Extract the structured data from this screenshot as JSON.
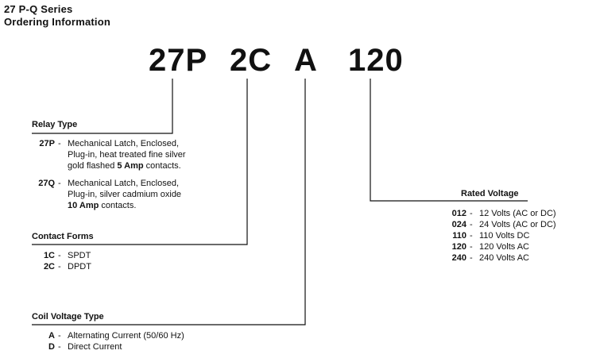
{
  "header": {
    "series": "27 P-Q Series",
    "subtitle": "Ordering Information"
  },
  "code": [
    "27P",
    "2C",
    "A",
    "120"
  ],
  "relay_type": {
    "title": "Relay Type",
    "items": [
      {
        "code": "27P",
        "lines": [
          "Mechanical Latch, Enclosed,",
          "Plug-in, heat treated fine silver"
        ],
        "last_pre": "gold flashed ",
        "last_bold": "5 Amp",
        "last_post": " contacts."
      },
      {
        "code": "27Q",
        "lines": [
          "Mechanical Latch, Enclosed,",
          "Plug-in, silver cadmium oxide"
        ],
        "last_pre": "",
        "last_bold": "10 Amp",
        "last_post": " contacts."
      }
    ]
  },
  "contact_forms": {
    "title": "Contact Forms",
    "items": [
      {
        "code": "1C",
        "desc": "SPDT"
      },
      {
        "code": "2C",
        "desc": "DPDT"
      }
    ]
  },
  "coil_voltage_type": {
    "title": "Coil Voltage Type",
    "items": [
      {
        "code": "A",
        "desc": "Alternating Current (50/60 Hz)"
      },
      {
        "code": "D",
        "desc": "Direct Current"
      }
    ]
  },
  "rated_voltage": {
    "title": "Rated Voltage",
    "items": [
      {
        "code": "012",
        "desc": "12 Volts (AC or DC)"
      },
      {
        "code": "024",
        "desc": "24 Volts (AC or DC)"
      },
      {
        "code": "110",
        "desc": "110 Volts DC"
      },
      {
        "code": "120",
        "desc": "120 Volts AC"
      },
      {
        "code": "240",
        "desc": "240 Volts AC"
      }
    ]
  },
  "separator": "-",
  "colors": {
    "ink": "#111111",
    "background": "#ffffff"
  }
}
